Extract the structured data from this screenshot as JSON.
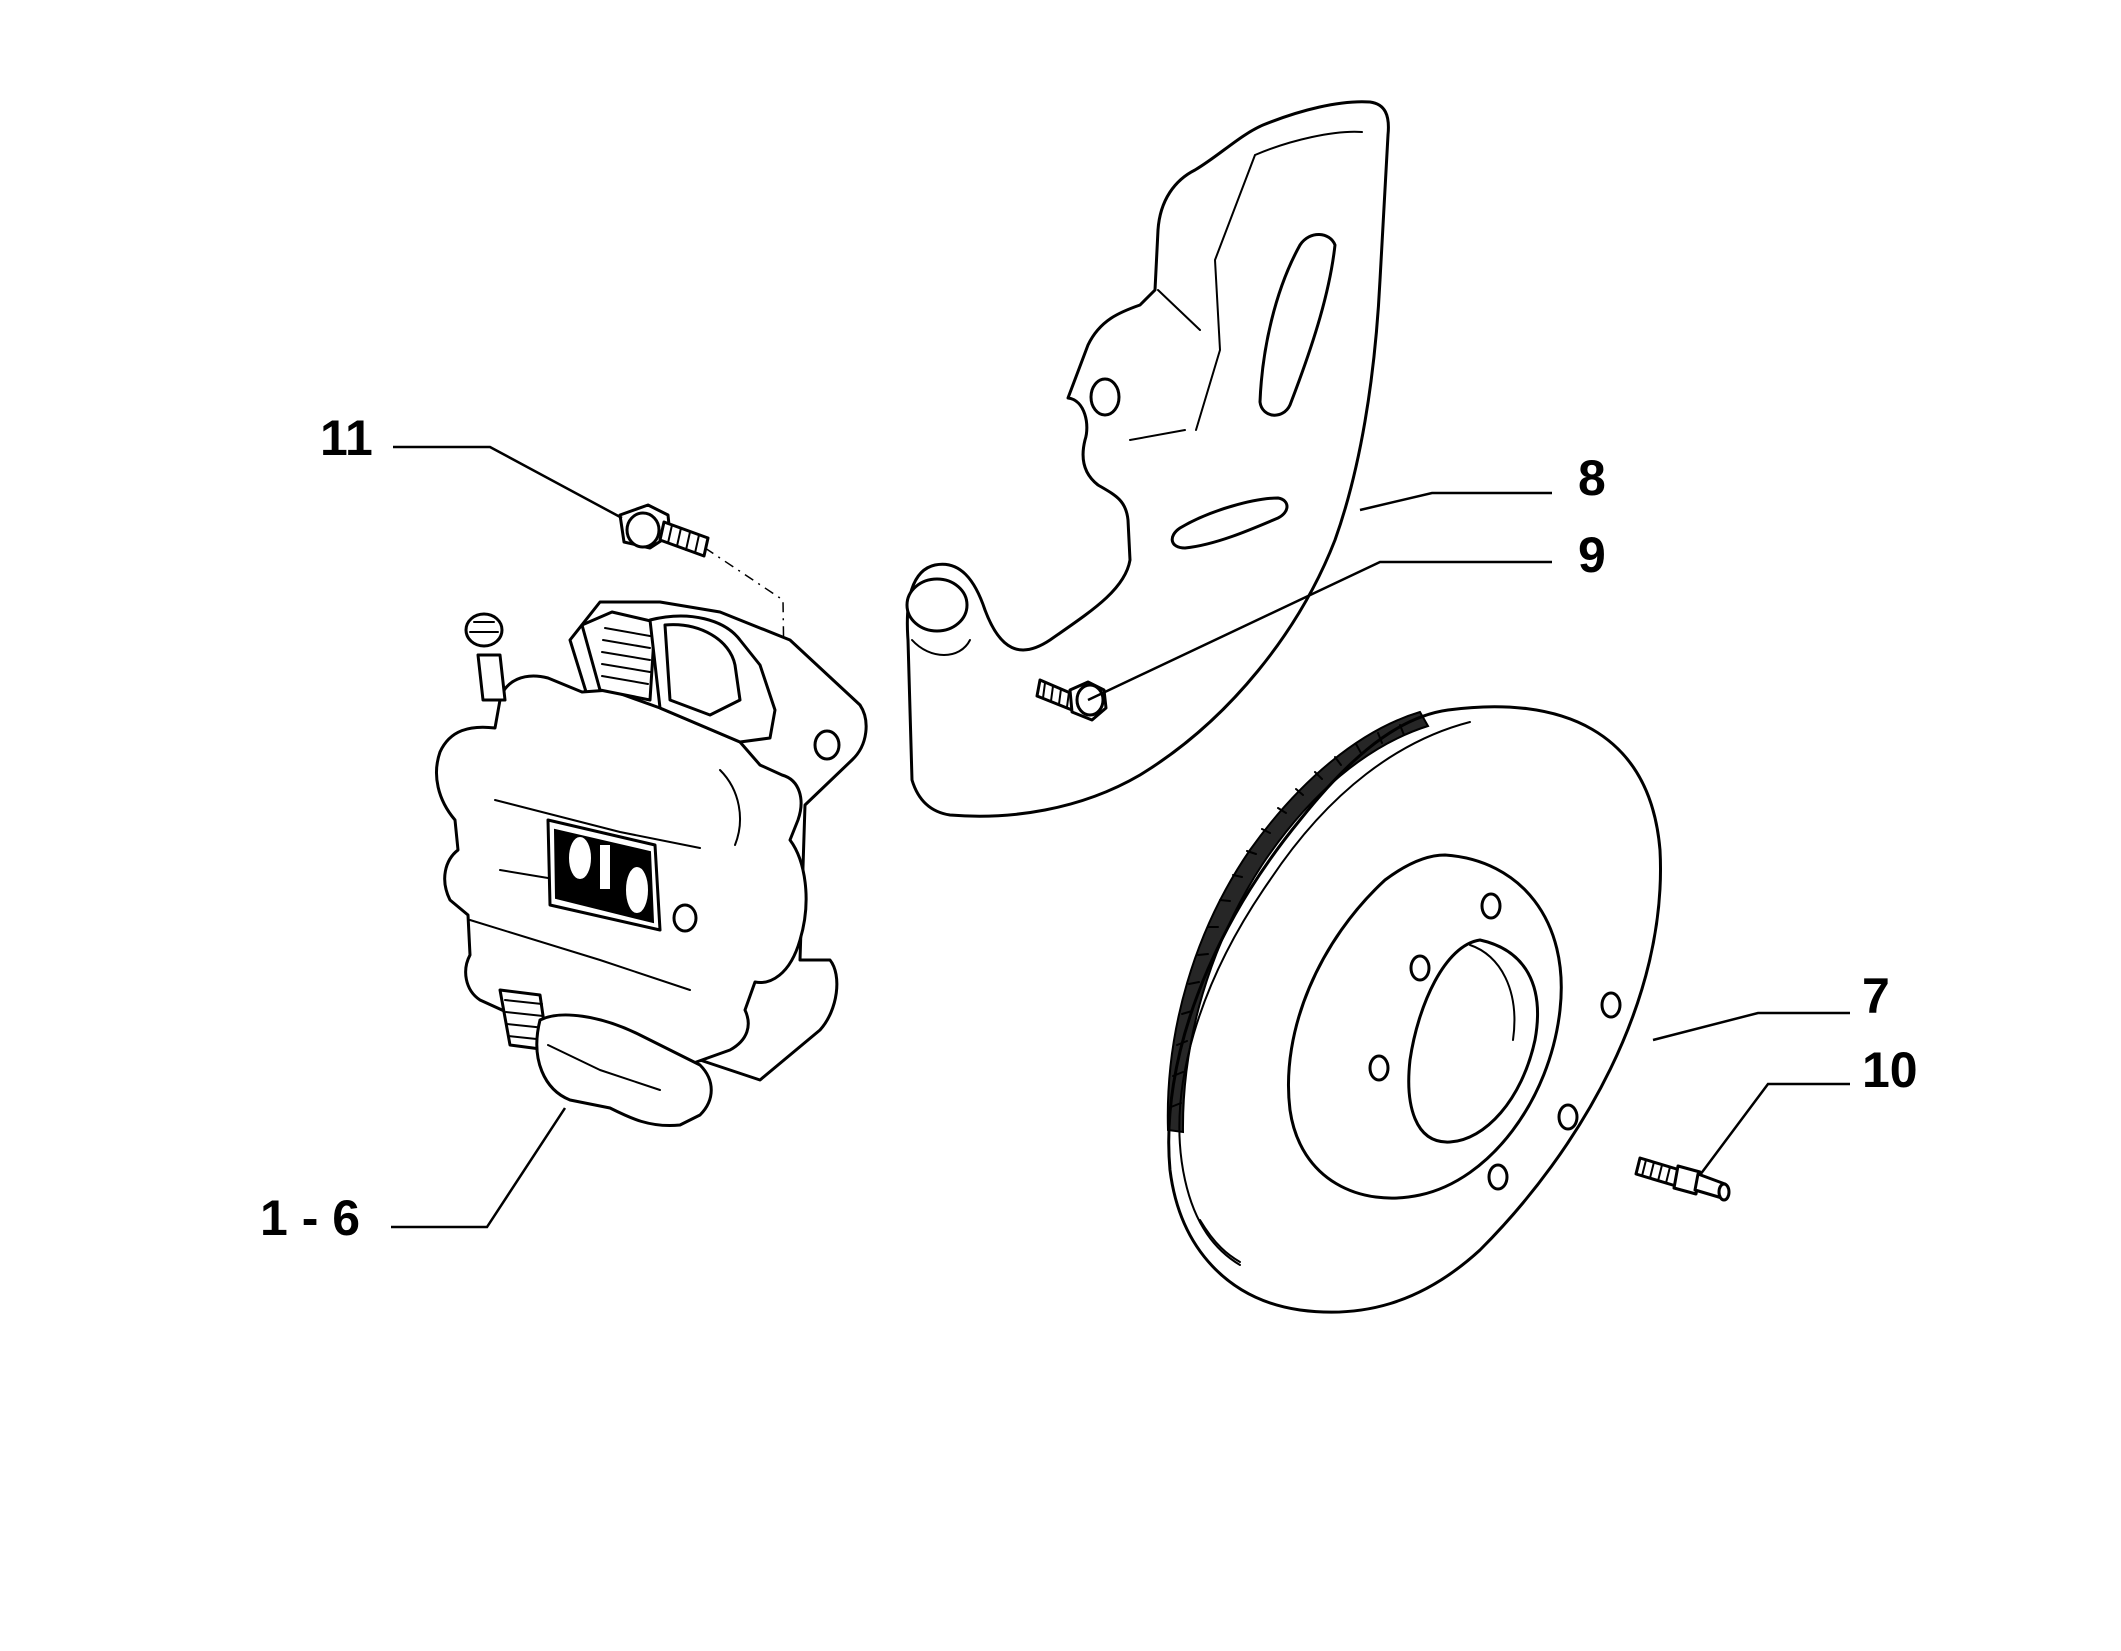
{
  "diagram": {
    "callouts": {
      "c11": "11",
      "c8": "8",
      "c9": "9",
      "c7": "7",
      "c10": "10",
      "c1_6": "1 - 6"
    }
  }
}
